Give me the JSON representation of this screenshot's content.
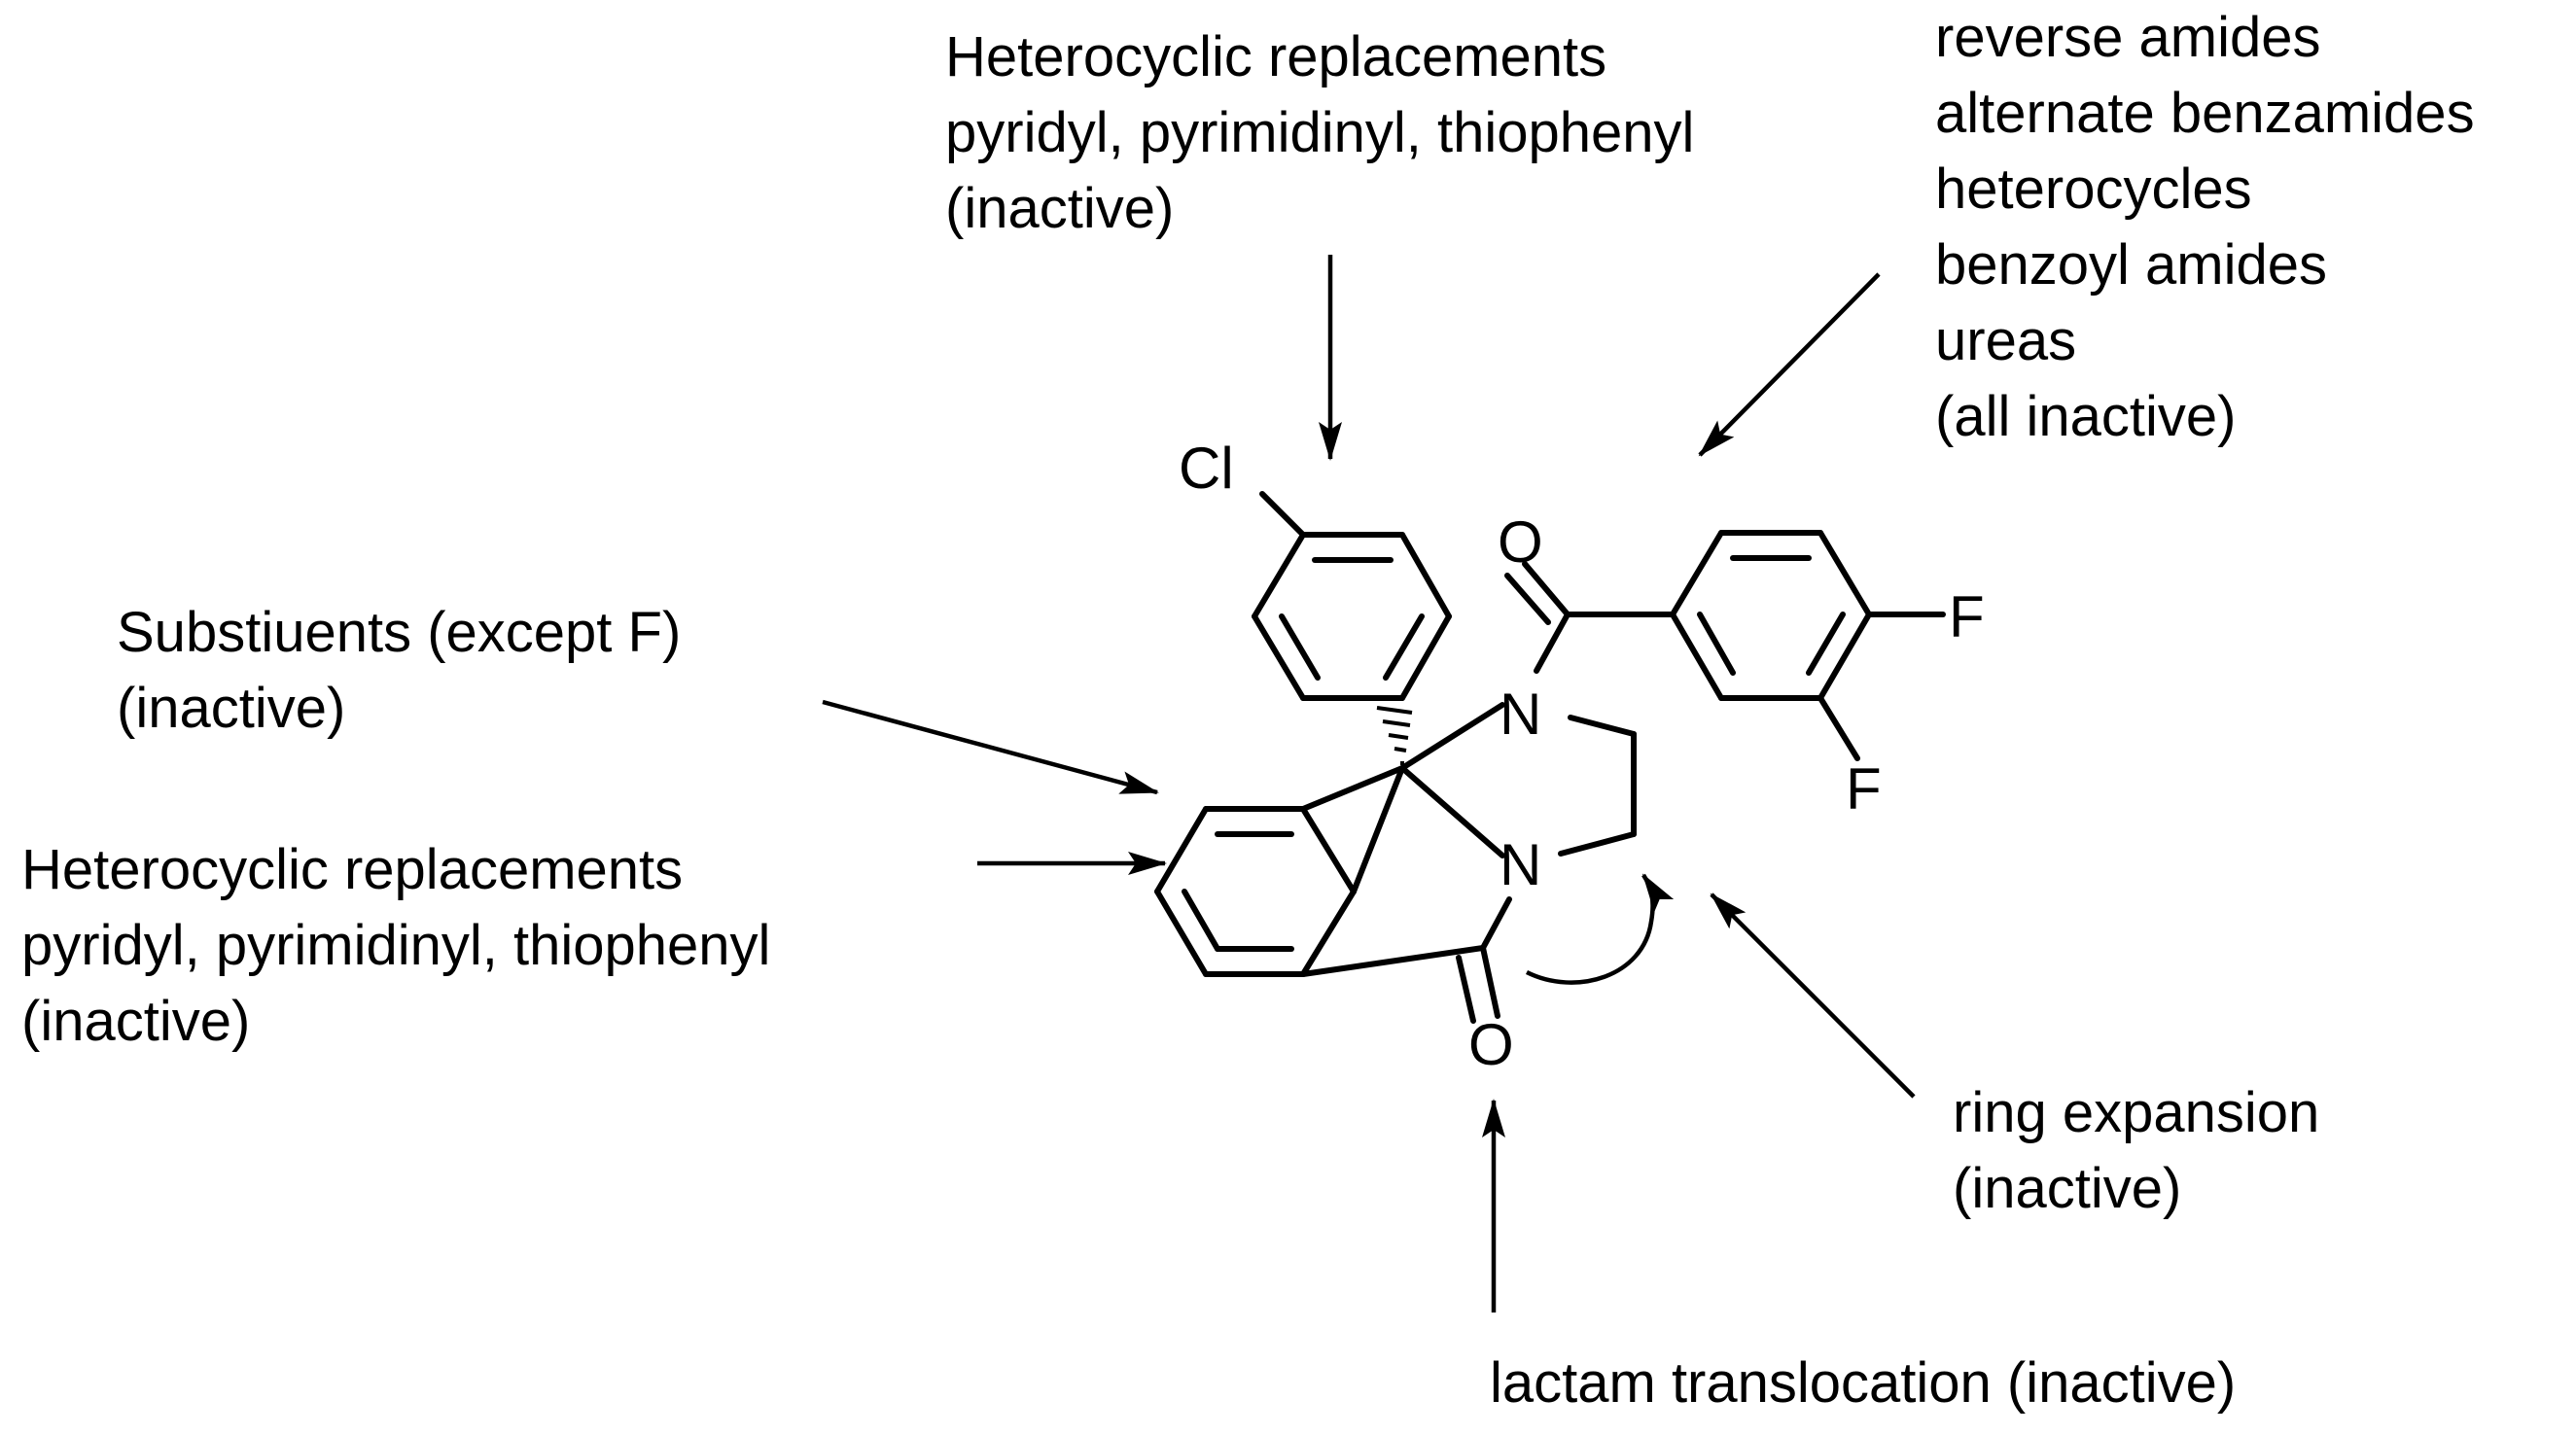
{
  "annotations": {
    "top_center": [
      "Heterocyclic replacements",
      "pyridyl, pyrimidinyl, thiophenyl",
      "(inactive)"
    ],
    "top_right": [
      "reverse amides",
      "alternate benzamides",
      "heterocycles",
      "benzoyl amides",
      "ureas",
      "(all inactive)"
    ],
    "left_upper": [
      "Substiuents (except F)",
      "(inactive)"
    ],
    "left_lower": [
      "Heterocyclic replacements",
      "pyridyl, pyrimidinyl, thiophenyl",
      "(inactive)"
    ],
    "right_lower": [
      "ring expansion",
      "(inactive)"
    ],
    "bottom": [
      "lactam translocation (inactive)"
    ]
  },
  "atoms": {
    "cl": "Cl",
    "o_carbonyl": "O",
    "n_amide": "N",
    "f_para": "F",
    "f_meta": "F",
    "n_lactam": "N",
    "o_lactam": "O"
  }
}
